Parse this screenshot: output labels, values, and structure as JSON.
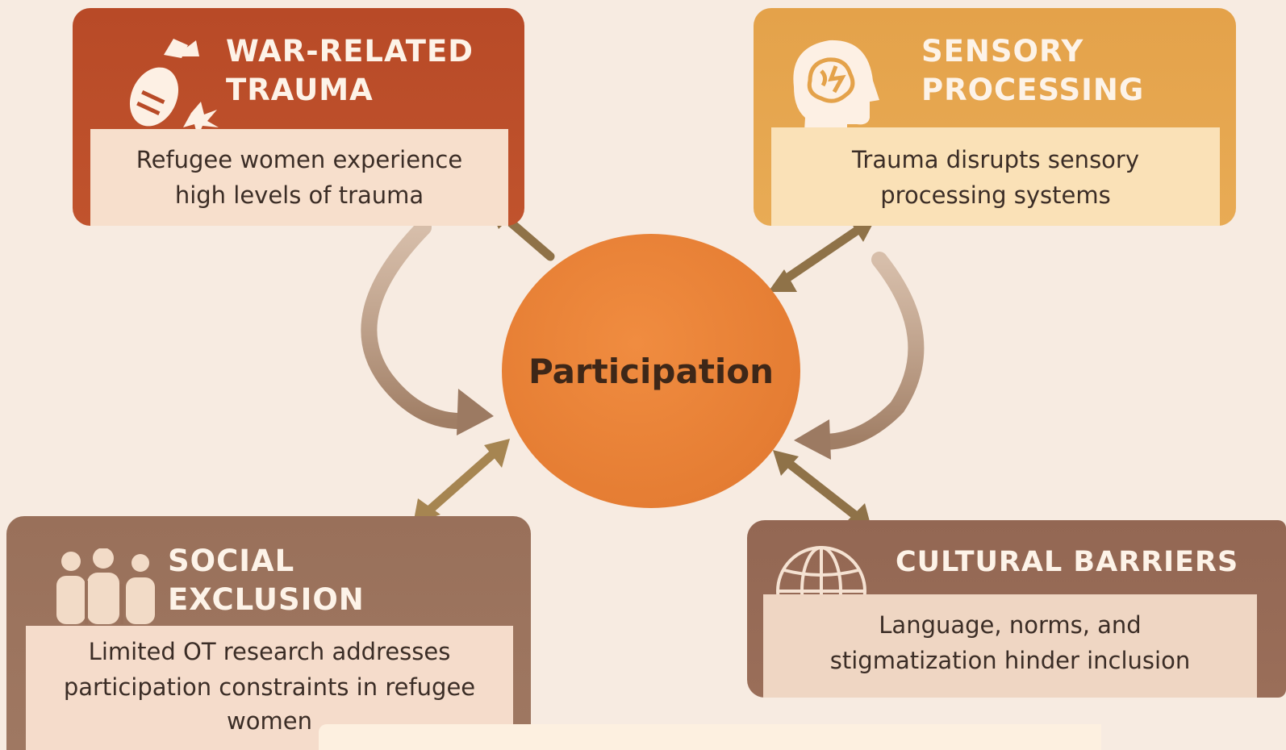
{
  "center": {
    "label": "Participation"
  },
  "cards": {
    "war_trauma": {
      "title_line1": "WAR-RELATED",
      "title_line2": "TRAUMA",
      "body_line1": "Refugee women experience",
      "body_line2": "high levels of trauma",
      "icon": "bomb-explosion-icon",
      "color": "#b24a28"
    },
    "sensory": {
      "title_line1": "SENSORY",
      "title_line2": "PROCESSING",
      "body_line1": "Trauma disrupts sensory",
      "body_line2": "processing systems",
      "icon": "head-brain-icon",
      "color": "#e2a24a"
    },
    "social": {
      "title_line1": "SOCIAL",
      "title_line2": "EXCLUSION",
      "body_line1": "Limited OT research addresses",
      "body_line2": "participation constraints in refugee",
      "body_line3": "women",
      "icon": "people-group-icon",
      "color": "#9b6f58"
    },
    "cultural": {
      "title": "CULTURAL BARRIERS",
      "body_line1": "Language, norms, and",
      "body_line2": "stigmatization hinder inclusion",
      "icon": "globe-hand-icon",
      "color": "#936753"
    }
  }
}
